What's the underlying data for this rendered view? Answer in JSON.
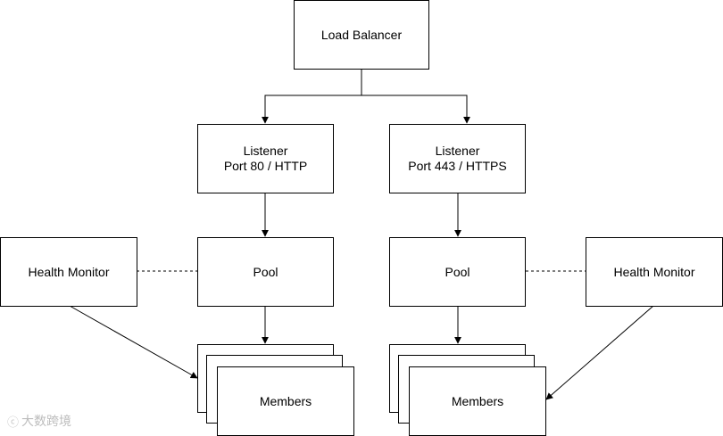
{
  "diagram": {
    "load_balancer": "Load Balancer",
    "listener_http": {
      "line1": "Listener",
      "line2": "Port 80 / HTTP"
    },
    "listener_https": {
      "line1": "Listener",
      "line2": "Port 443 / HTTPS"
    },
    "pool_left": "Pool",
    "pool_right": "Pool",
    "health_monitor_left": "Health Monitor",
    "health_monitor_right": "Health Monitor",
    "members_left": "Members",
    "members_right": "Members"
  },
  "watermark": {
    "text": "大数跨境",
    "icon": "chat-bubble-logo-icon"
  },
  "colors": {
    "stroke": "#000000",
    "background": "#ffffff",
    "watermark": "#bdbdbd"
  }
}
